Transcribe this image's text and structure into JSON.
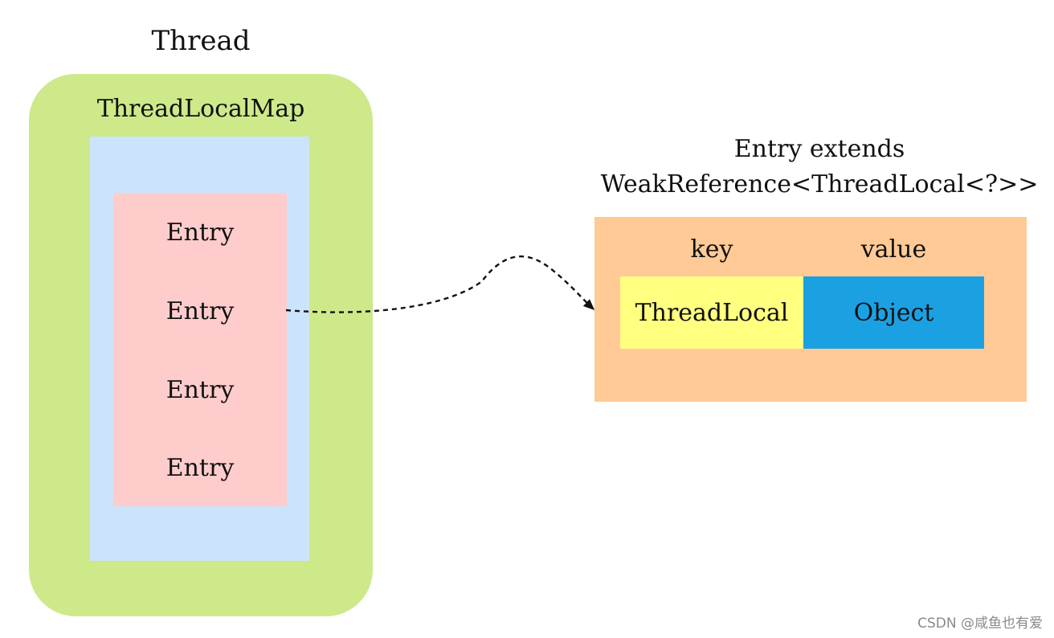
{
  "thread": {
    "title": "Thread",
    "fill": "#cde98a",
    "map": {
      "title": "ThreadLocalMap",
      "fill": "#cce4fb",
      "entries": [
        "Entry",
        "Entry",
        "Entry",
        "Entry"
      ],
      "entry_fill": "#ffcccc"
    }
  },
  "entry_detail": {
    "caption_line1": "Entry extends",
    "caption_line2": "WeakReference<ThreadLocal<?>>",
    "fill": "#ffca96",
    "key_label": "key",
    "value_label": "value",
    "key_cell": {
      "text": "ThreadLocal",
      "fill": "#ffff80"
    },
    "value_cell": {
      "text": "Object",
      "fill": "#1ba1e2"
    }
  },
  "connector": {
    "style": "dashed",
    "arrow": "filled",
    "color": "#111111"
  },
  "watermark": "CSDN @咸鱼也有爱"
}
